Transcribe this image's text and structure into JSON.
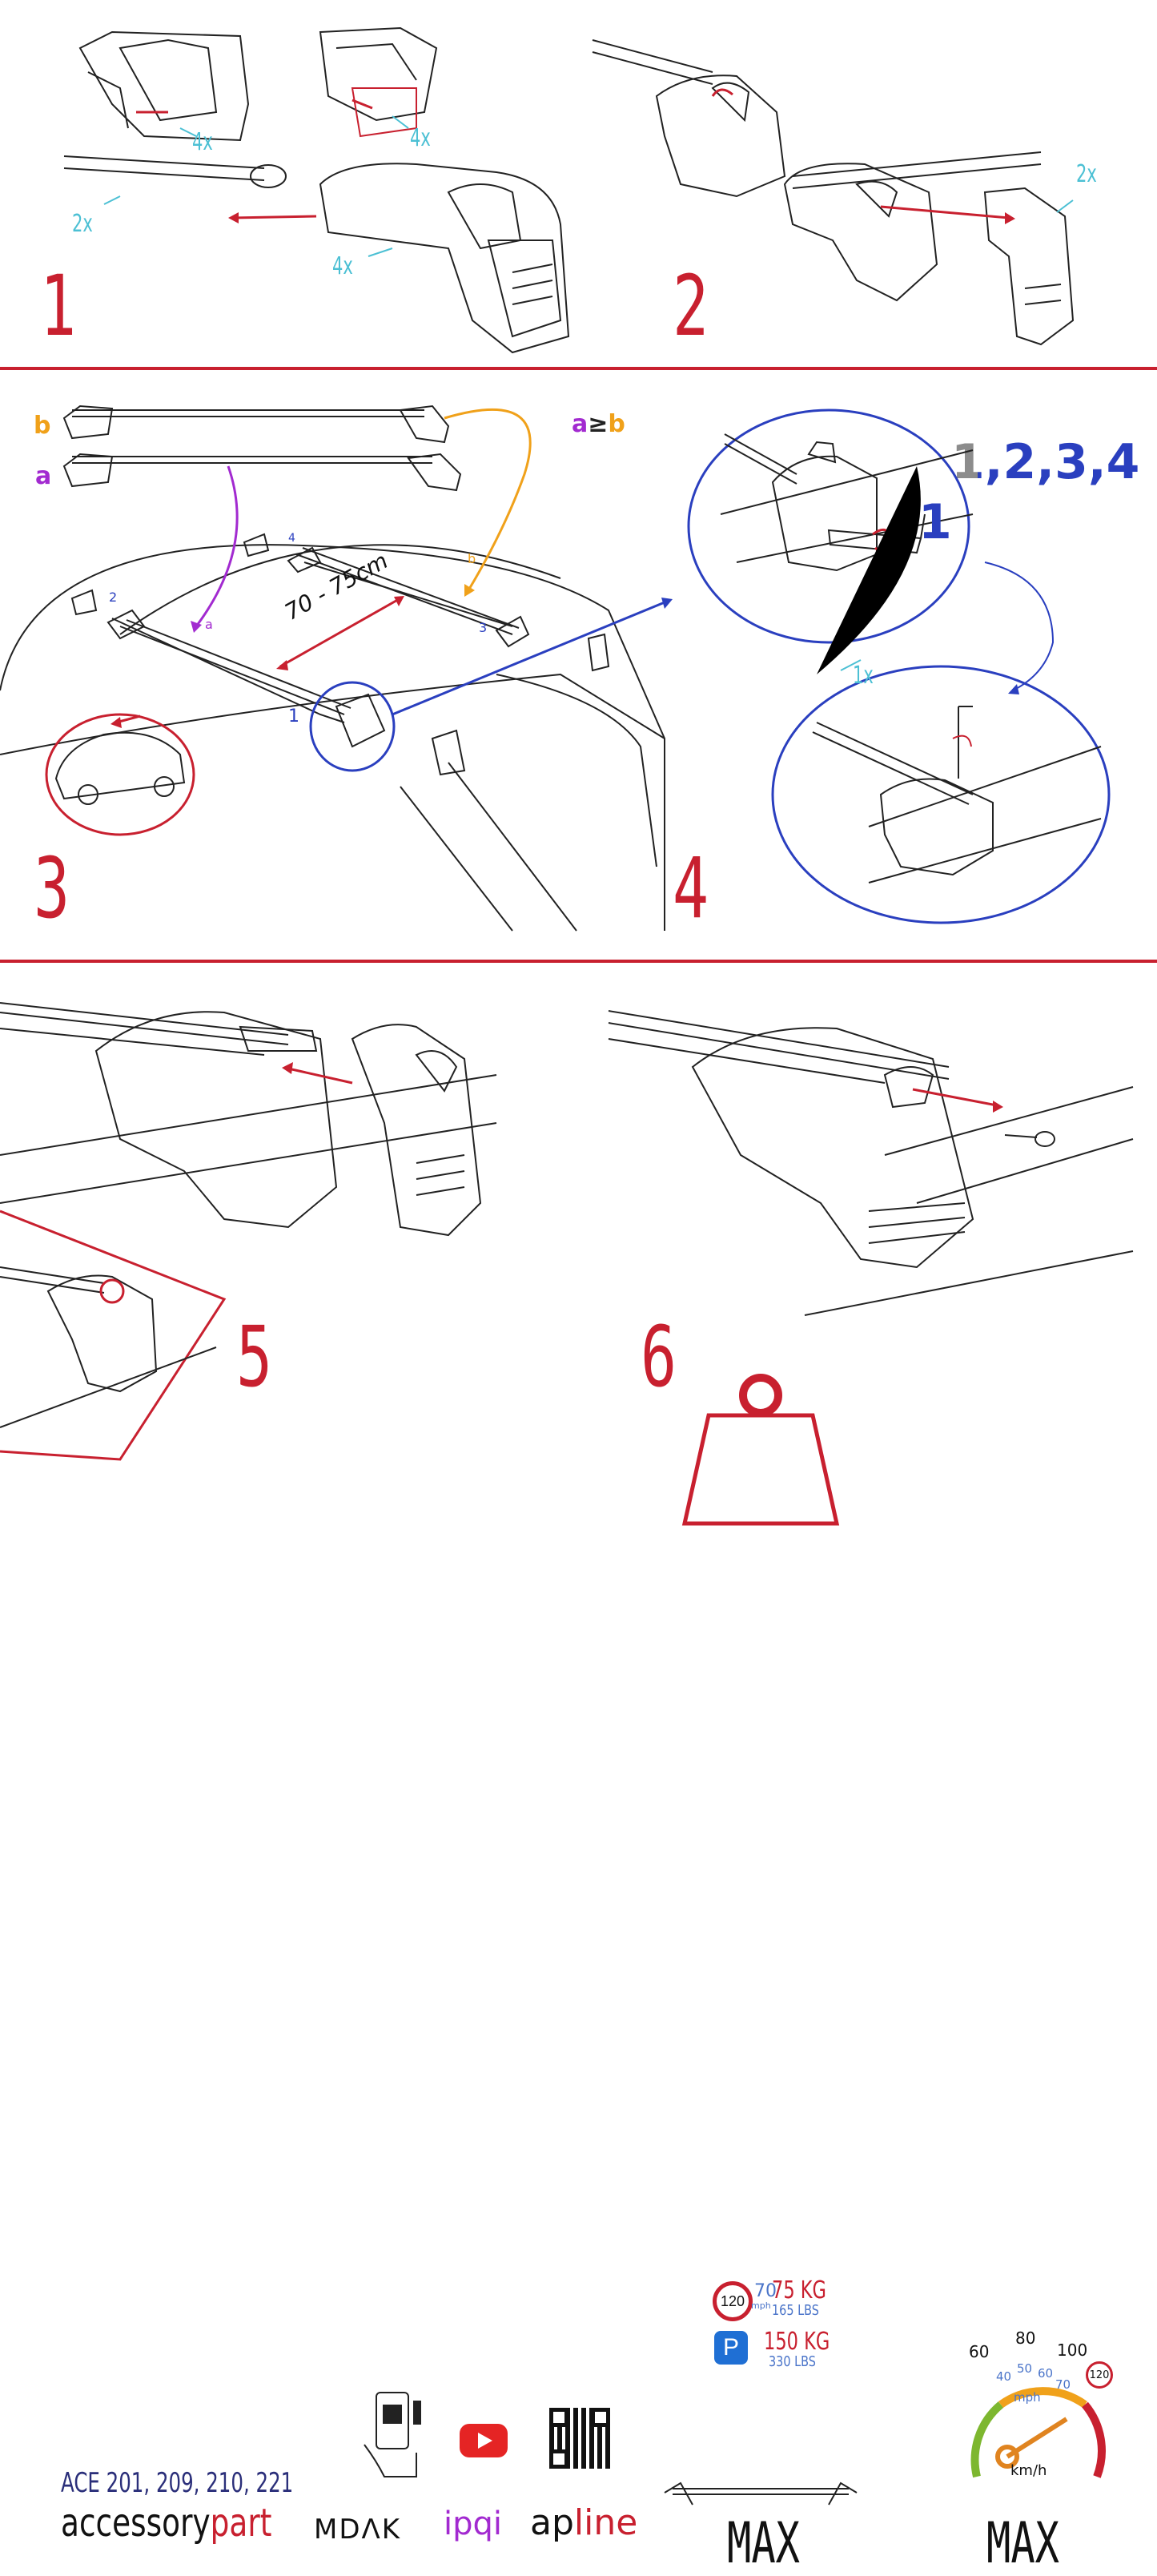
{
  "steps": {
    "s1": "1",
    "s2": "2",
    "s3": "3",
    "s4": "4",
    "s5": "5",
    "s6": "6"
  },
  "step1": {
    "c1": "4x",
    "c2": "4x",
    "c3": "2x",
    "c4": "4x"
  },
  "step2": {
    "c1": "2x"
  },
  "step3": {
    "bar_b": "b",
    "bar_a": "a",
    "rule": "a≥b",
    "arrow_a": "a",
    "arrow_b": "b",
    "pos1": "1",
    "pos2": "2",
    "pos3": "3",
    "pos4": "4",
    "distance": "70 - 75cm"
  },
  "step4": {
    "order": "1,2,3,4",
    "detail": "1",
    "tool": "1x"
  },
  "step6": {
    "speed_badge": "120",
    "speed_mph": "70",
    "mph_unit": "mph",
    "dynamic_kg": "75 KG",
    "dynamic_lbs": "165 LBS",
    "parking_letter": "P",
    "static_kg": "150 KG",
    "static_lbs": "330 LBS",
    "max_load": "MAX",
    "max_speed": "MAX",
    "gauge": {
      "t60": "60",
      "t80": "80",
      "t100": "100",
      "t120": "120",
      "m40": "40",
      "m50": "50",
      "m60": "60",
      "m70": "70",
      "mph": "mph",
      "kmh": "km/h"
    }
  },
  "footer": {
    "models": "ACE 201, 209, 210, 221",
    "brand_main": "accessory",
    "brand_accent": "part",
    "logo_mdak": "MDΛK",
    "logo_ipqi": "ipqi",
    "logo_apline_a": "ap",
    "logo_apline_b": "line"
  },
  "colors": {
    "red": "#c8202f",
    "cyan": "#4cc0d4",
    "blue": "#2a3fbf",
    "orange": "#f0a11a",
    "purple": "#a22ad0",
    "grey": "#8c8c8c",
    "navy": "#2b2f7a"
  },
  "icons": [
    "phone-qr-scan-icon",
    "youtube-icon",
    "qr-code-icon",
    "parking-icon",
    "weight-icon",
    "speedometer-icon",
    "allen-key-icon",
    "key-icon"
  ]
}
